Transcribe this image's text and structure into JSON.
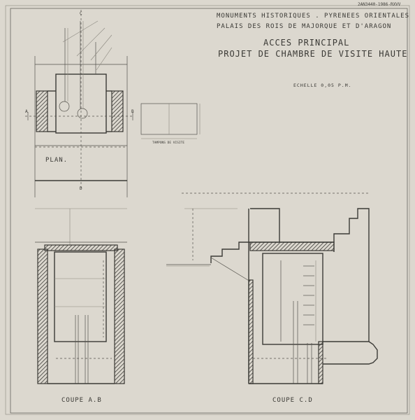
{
  "reference": "2AN3440-1986-RXVV",
  "header": {
    "line1": "MONUMENTS  HISTORIQUES . PYRENEES ORIENTALES",
    "line2": "PALAIS  DES  ROIS  DE  MAJORQUE  ET  D'ARAGON"
  },
  "title": {
    "line1": "ACCES PRINCIPAL",
    "line2": "PROJET DE CHAMBRE DE VISITE HAUTE"
  },
  "scale": "ECHELLE  0,05  P.M.",
  "labels": {
    "plan": "PLAN.",
    "tampon": "TAMPONS DE VISITE",
    "coupe_ab": "COUPE  A.B",
    "coupe_cd": "COUPE  C.D",
    "marker_a": "A",
    "marker_b": "B",
    "marker_c": "C",
    "marker_d": "D"
  },
  "colors": {
    "paper": "#dcd8cf",
    "ink": "#3b3a36"
  }
}
